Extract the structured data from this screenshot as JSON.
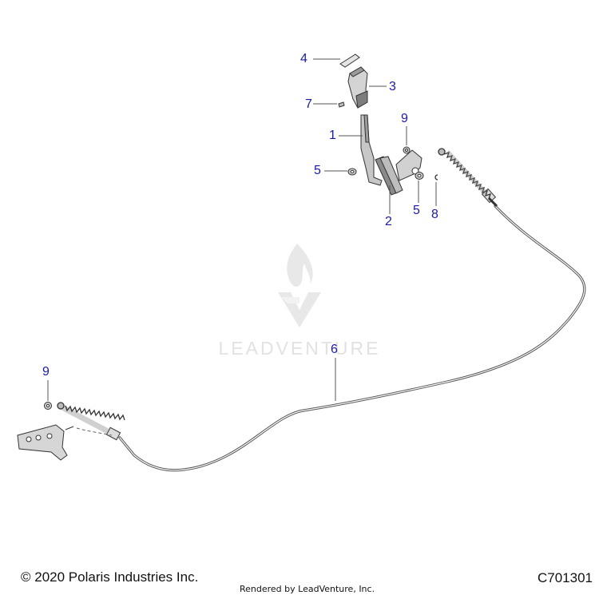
{
  "callouts": {
    "c1": "1",
    "c2": "2",
    "c3": "3",
    "c4": "4",
    "c5a": "5",
    "c5b": "5",
    "c6": "6",
    "c7": "7",
    "c8": "8",
    "c9a": "9",
    "c9b": "9"
  },
  "watermark": {
    "text": "LEADVENTURE"
  },
  "footer": {
    "copyright": "© 2020 Polaris Industries Inc.",
    "rendered_by": "Rendered by LeadVenture, Inc.",
    "diagram_code": "C701301"
  },
  "colors": {
    "callout": "#1a1aa8",
    "line": "#444444",
    "part_fill": "#d9d9d9",
    "part_dark": "#8a8a8a",
    "watermark": "#e6e6e6"
  },
  "icons": [
    "leadventure-logo-icon"
  ]
}
